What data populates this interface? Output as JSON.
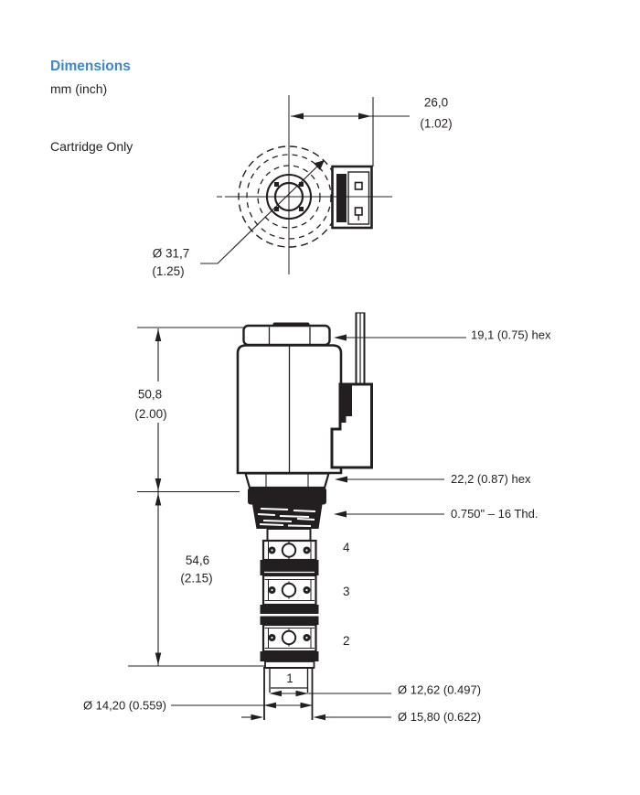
{
  "header": {
    "title": "Dimensions",
    "units": "mm (inch)",
    "variant": "Cartridge Only"
  },
  "colors": {
    "accent": "#3d87c6",
    "ink": "#231f20"
  },
  "top_view": {
    "width": {
      "mm": "26,0",
      "inch": "(1.02)"
    },
    "coil_diameter": {
      "mm": "Ø 31,7",
      "inch": "(1.25)"
    }
  },
  "side_view": {
    "top_hex": "19,1 (0.75) hex",
    "coil_height": {
      "mm": "50,8",
      "inch": "(2.00)"
    },
    "mid_hex": "22,2 (0.87) hex",
    "thread": "0.750\" – 16 Thd.",
    "cartridge_length": {
      "mm": "54,6",
      "inch": "(2.15)"
    },
    "ports": [
      "4",
      "3",
      "2",
      "1"
    ],
    "pilot_diameter": "Ø 12,62 (0.497)",
    "mid_diameter": "Ø 14,20 (0.559)",
    "outer_diameter": "Ø 15,80 (0.622)"
  }
}
